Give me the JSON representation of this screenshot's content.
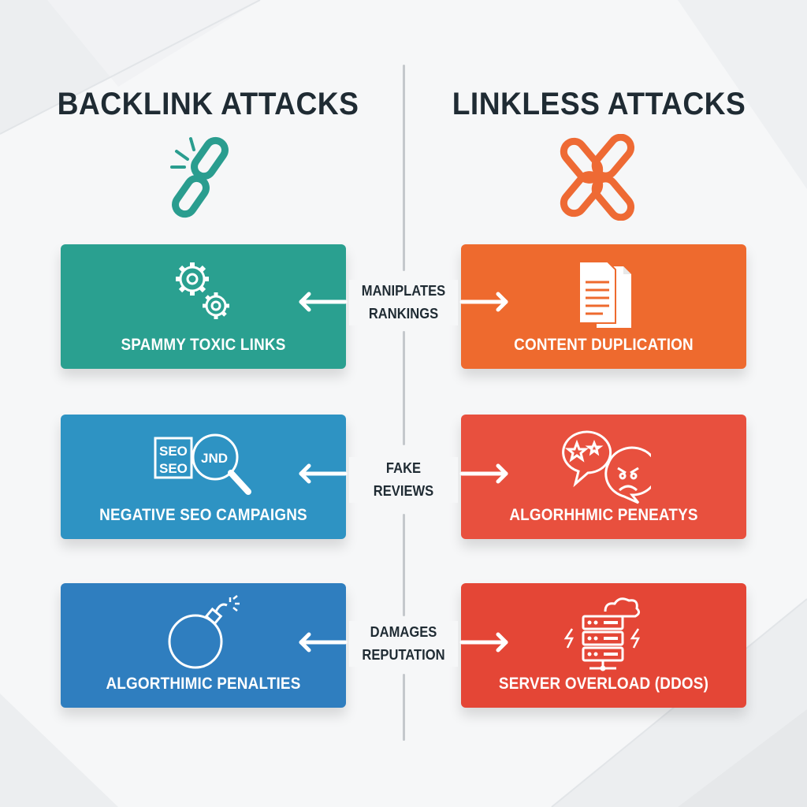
{
  "left_column": {
    "heading": "BACKLINK ATTACKS",
    "icon": "broken-link-icon",
    "accent": "#2a9d8f",
    "cards": [
      {
        "label": "SPAMMY TOXIC LINKS",
        "icon": "gears-icon",
        "color": "#2aa090"
      },
      {
        "label": "NEGATIVE SEO CAMPAIGNS",
        "icon": "seo-magnifier-icon",
        "color": "#2e93c3"
      },
      {
        "label": "ALGORTHIMIC PENALTIES",
        "icon": "bomb-icon",
        "color": "#2f7ebf"
      }
    ]
  },
  "right_column": {
    "heading": "LINKLESS ATTACKS",
    "icon": "crossed-links-icon",
    "accent": "#ee6a34",
    "cards": [
      {
        "label": "CONTENT DUPLICATION",
        "icon": "duplicate-documents-icon",
        "color": "#ee6a2e"
      },
      {
        "label": "ALGORHHMIC PENEATYS",
        "icon": "angry-review-bubbles-icon",
        "color": "#e8503e"
      },
      {
        "label": "SERVER OVERLOAD (DDOS)",
        "icon": "overloaded-server-icon",
        "color": "#e44636"
      }
    ]
  },
  "connectors": [
    {
      "lines": [
        "MANIPLATES",
        "RANKINGS"
      ]
    },
    {
      "lines": [
        "FAKE",
        "REVIEWS"
      ]
    },
    {
      "lines": [
        "DAMAGES",
        "REPUTATION"
      ]
    }
  ]
}
